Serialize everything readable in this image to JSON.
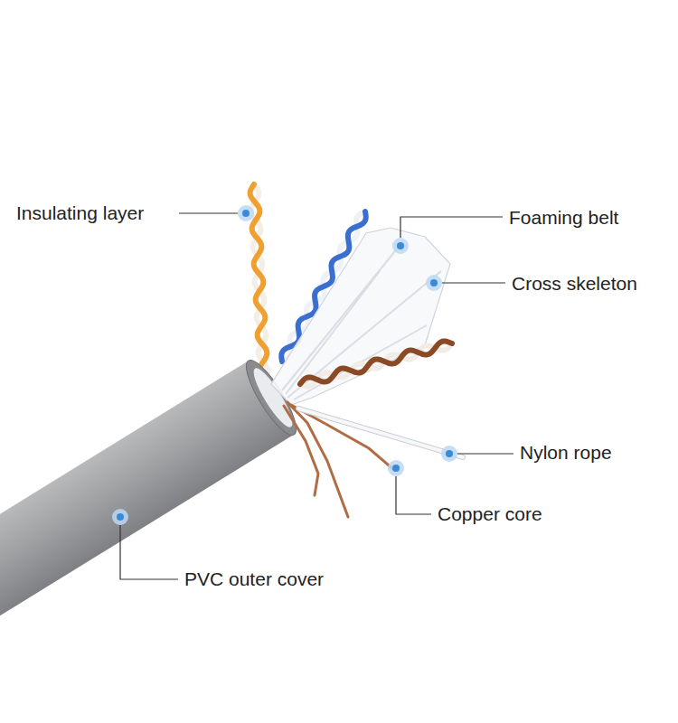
{
  "diagram": {
    "labels": [
      "Insulating layer",
      "Foaming belt",
      "Cross skeleton",
      "Nylon rope",
      "Copper core",
      "PVC outer cover"
    ]
  }
}
